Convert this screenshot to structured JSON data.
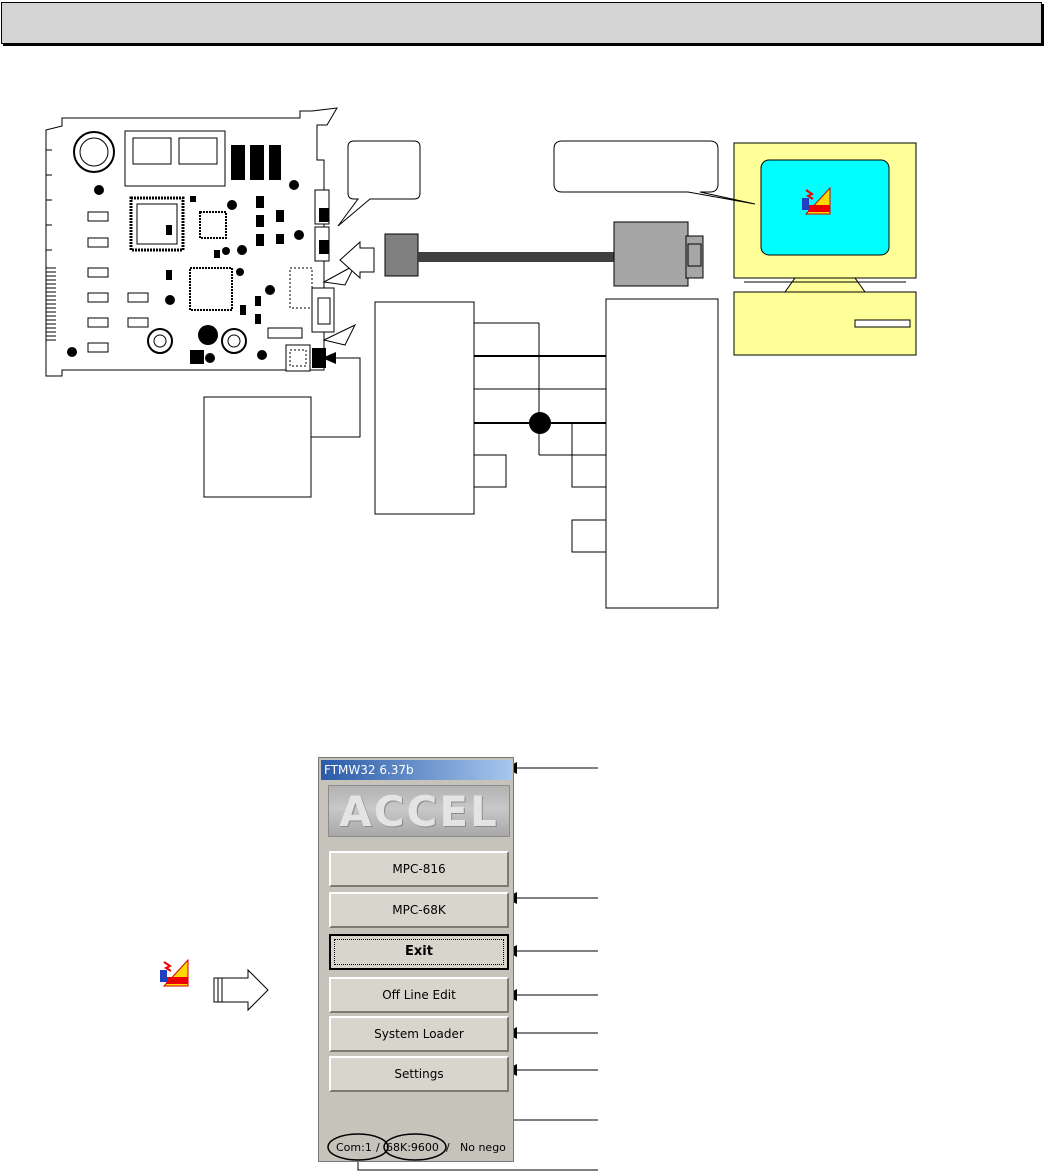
{
  "window": {
    "title": "FTMW32 6.37b",
    "logo_text": "ACCEL",
    "buttons": {
      "mpc816": "MPC-816",
      "mpc68k": "MPC-68K",
      "exit": "Exit",
      "offline_edit": "Off Line Edit",
      "system_loader": "System Loader",
      "settings": "Settings"
    },
    "status": {
      "port": "Com:1",
      "separator": "/",
      "baud": "68K:9600",
      "nego": "No nego"
    }
  },
  "icons": {
    "desktop_shortcut": "ftmw-app-icon",
    "launch_arrow": "arrow-right-icon"
  },
  "colors": {
    "monitor_body": "#ffff99",
    "monitor_screen": "#00ffff",
    "title_bar": "#2a5aa8",
    "window_face": "#c6c3bb",
    "header_bar": "#d4d4d4",
    "connector": "#808080",
    "cable": "#404040"
  }
}
